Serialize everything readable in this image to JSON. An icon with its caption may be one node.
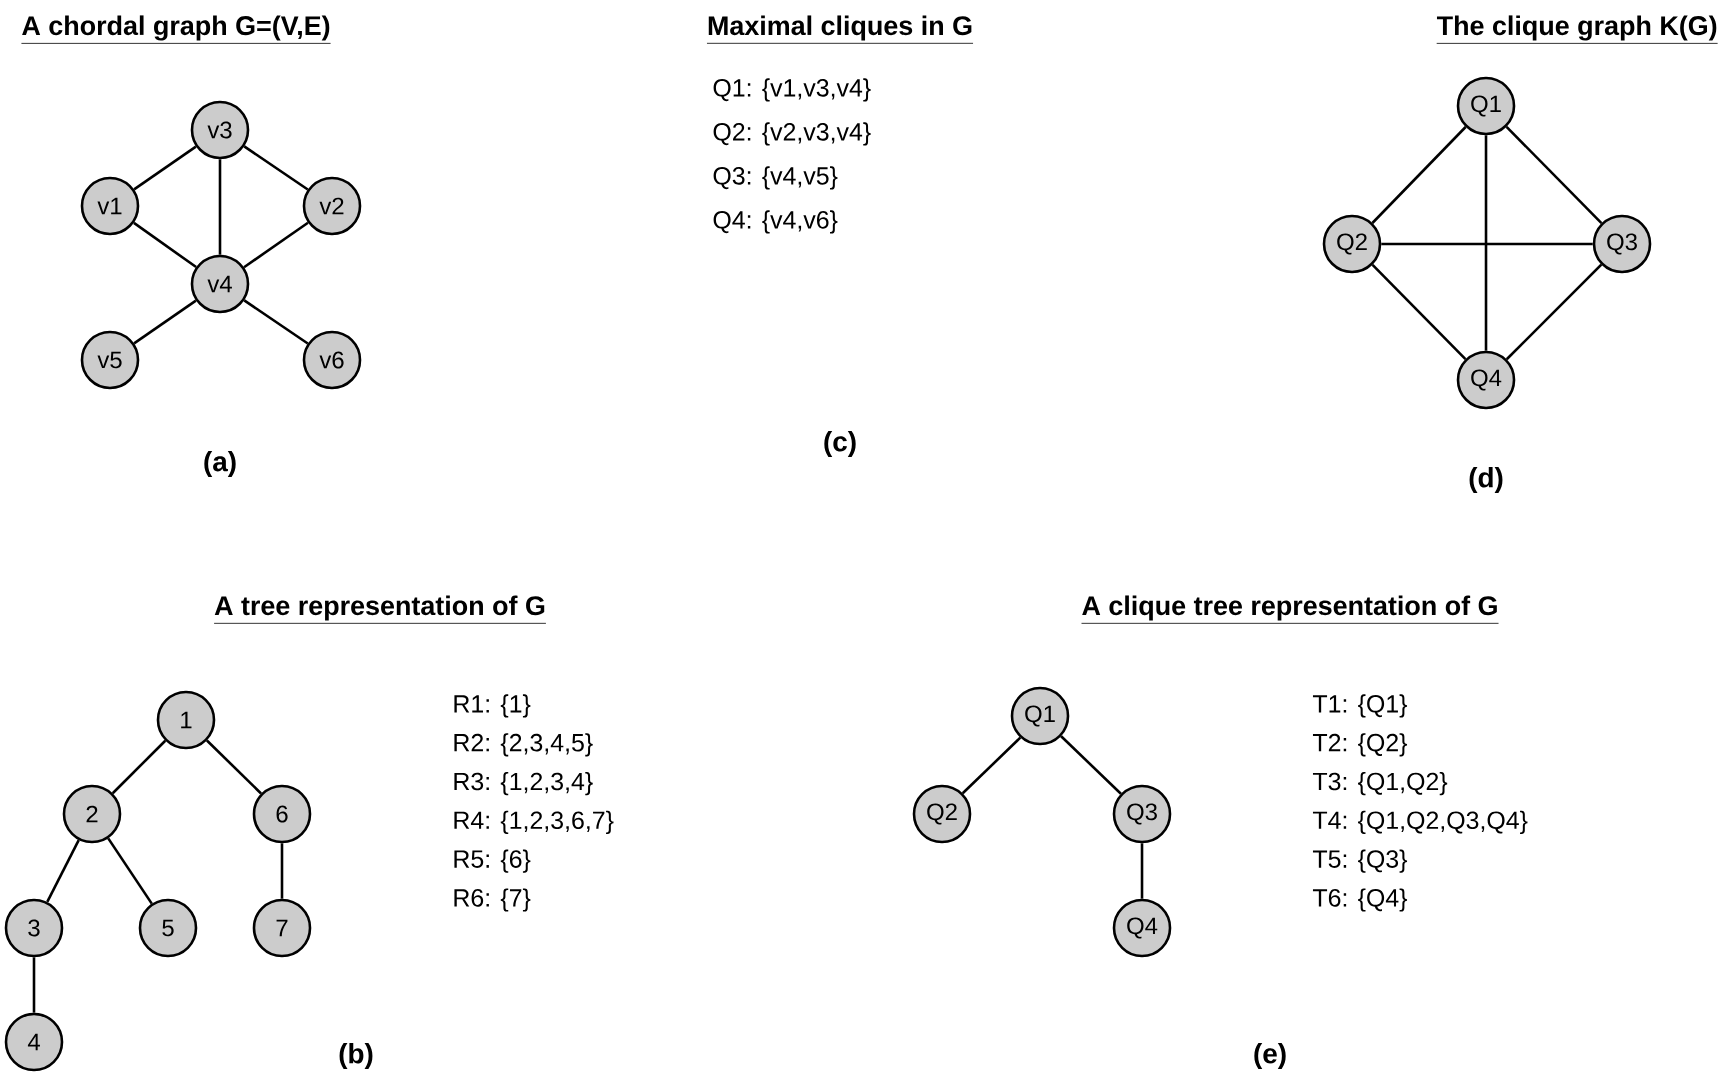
{
  "diagram": {
    "nodes": [
      {
        "text": [
          "v3"
        ]
      },
      {
        "text": [
          "v1"
        ]
      },
      {
        "text": [
          "v2"
        ]
      },
      {
        "text": [
          "v4"
        ]
      },
      {
        "text": [
          "v5"
        ]
      },
      {
        "text": [
          "v6"
        ]
      },
      {
        "text": [
          "Q1"
        ]
      },
      {
        "text": [
          "Q2"
        ]
      },
      {
        "text": [
          "Q3"
        ]
      },
      {
        "text": [
          "Q4"
        ]
      },
      {
        "text": [
          "1"
        ]
      },
      {
        "text": [
          "2"
        ]
      },
      {
        "text": [
          "6"
        ]
      },
      {
        "text": [
          "3"
        ]
      },
      {
        "text": [
          "5"
        ]
      },
      {
        "text": [
          "7"
        ]
      },
      {
        "text": [
          "4"
        ]
      },
      {
        "text": [
          "Q1"
        ]
      },
      {
        "text": [
          "Q2"
        ]
      },
      {
        "text": [
          "Q3"
        ]
      },
      {
        "text": [
          "Q4"
        ]
      }
    ],
    "edges": [
      {
        "from": 0,
        "to": 1,
        "arrow": "none"
      },
      {
        "from": 0,
        "to": 2,
        "arrow": "none"
      },
      {
        "from": 0,
        "to": 3,
        "arrow": "none"
      },
      {
        "from": 1,
        "to": 3,
        "arrow": "none"
      },
      {
        "from": 2,
        "to": 3,
        "arrow": "none"
      },
      {
        "from": 3,
        "to": 4,
        "arrow": "none"
      },
      {
        "from": 3,
        "to": 5,
        "arrow": "none"
      },
      {
        "from": 6,
        "to": 7,
        "arrow": "none"
      },
      {
        "from": 6,
        "to": 8,
        "arrow": "none"
      },
      {
        "from": 6,
        "to": 9,
        "arrow": "none"
      },
      {
        "from": 7,
        "to": 8,
        "arrow": "none"
      },
      {
        "from": 7,
        "to": 9,
        "arrow": "none"
      },
      {
        "from": 8,
        "to": 9,
        "arrow": "none"
      },
      {
        "from": 10,
        "to": 11,
        "arrow": "none"
      },
      {
        "from": 10,
        "to": 12,
        "arrow": "none"
      },
      {
        "from": 11,
        "to": 13,
        "arrow": "none"
      },
      {
        "from": 11,
        "to": 14,
        "arrow": "none"
      },
      {
        "from": 12,
        "to": 15,
        "arrow": "none"
      },
      {
        "from": 13,
        "to": 16,
        "arrow": "none"
      },
      {
        "from": 17,
        "to": 18,
        "arrow": "none"
      },
      {
        "from": 17,
        "to": 19,
        "arrow": "none"
      },
      {
        "from": 19,
        "to": 20,
        "arrow": "none"
      }
    ],
    "labels": [
      "A chordal graph G=(V,E)",
      "Maximal cliques in G",
      "The clique graph K(G)",
      "Q1: {v1,v3,v4}",
      "Q2: {v2,v3,v4}",
      "Q3: {v4,v5}",
      "Q4: {v4,v6}",
      "(a)",
      "(c)",
      "(d)",
      "A tree representation of G",
      "A clique tree representation of G",
      "R1: {1}",
      "R2: {2,3,4,5}",
      "R3: {1,2,3,4}",
      "R4: {1,2,3,6,7}",
      "R5: {6}",
      "R6: {7}",
      "T1: {Q1}",
      "T2: {Q2}",
      "T3: {Q1,Q2}",
      "T4: {Q1,Q2,Q3,Q4}",
      "T5: {Q3}",
      "T6: {Q4}",
      "(b)",
      "(e)"
    ]
  }
}
